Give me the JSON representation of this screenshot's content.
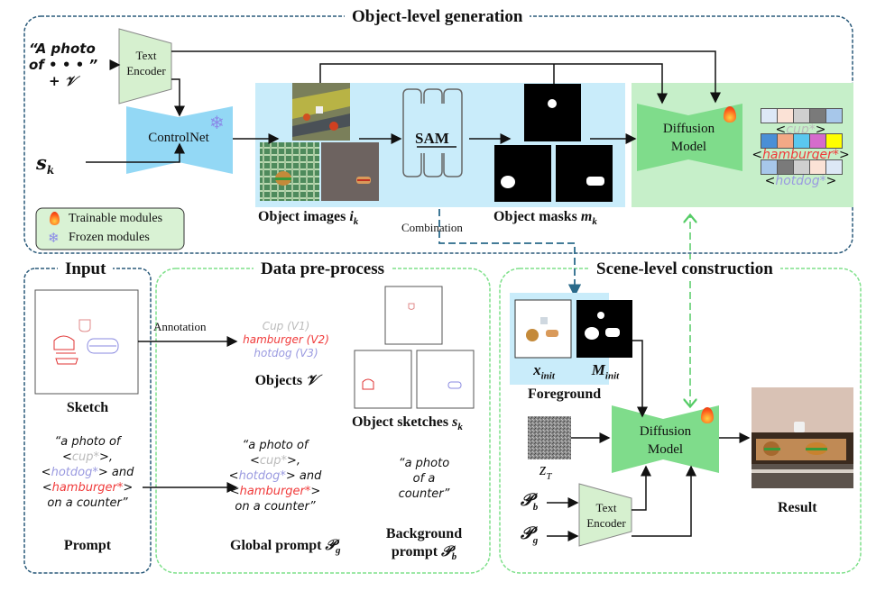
{
  "sections": {
    "object_level": "Object-level generation",
    "input": "Input",
    "data_preprocess": "Data pre-process",
    "scene_level": "Scene-level construction"
  },
  "object_level": {
    "prompt_line1": "“A photo",
    "prompt_line2": "of  •  •  •  ”",
    "prompt_line3": "+ 𝒱",
    "text_encoder_line1": "Text",
    "text_encoder_line2": "Encoder",
    "controlnet": "ControlNet",
    "sketch_input": "s",
    "sketch_input_sub": "k",
    "sam": "SAM",
    "object_images_label": "Object images ",
    "object_images_var": "i",
    "object_images_sub": "k",
    "object_masks_label": "Object masks ",
    "object_masks_var": "m",
    "object_masks_sub": "k",
    "combination": "Combination",
    "diffusion_line1": "Diffusion",
    "diffusion_line2": "Model",
    "tokens": [
      {
        "prefix": "<",
        "name": "cup*",
        "suffix": ">",
        "color": "#bbbbbb",
        "swatches": [
          "#dde8f6",
          "#fbe2d6",
          "#cfcfcf",
          "#7a7a7a",
          "#a7c7ea"
        ]
      },
      {
        "prefix": "<",
        "name": "hamburger*",
        "suffix": ">",
        "color": "#f03a3a",
        "swatches": [
          "#4a8fd6",
          "#f3a986",
          "#5ac8ef",
          "#d56ccc",
          "#ffff00"
        ]
      },
      {
        "prefix": "<",
        "name": "hotdog*",
        "suffix": ">",
        "color": "#9a9ae0",
        "swatches": [
          "#a7c7ea",
          "#7a7a7a",
          "#cfcfcf",
          "#fbe2d6",
          "#dde8f6"
        ]
      }
    ]
  },
  "legend": {
    "trainable": "Trainable modules",
    "frozen": "Frozen modules"
  },
  "input": {
    "sketch_label": "Sketch",
    "prompt_label": "Prompt",
    "prompt_l1": "“a photo of",
    "prompt_cup": "cup*",
    "prompt_hotdog": "hotdog*",
    "prompt_and": " and",
    "prompt_hamburger": "hamburger*",
    "prompt_l5": "on a counter”"
  },
  "preprocess": {
    "annotation": "Annotation",
    "objects": [
      {
        "text": "Cup (V1)",
        "color": "#bbbbbb"
      },
      {
        "text": "hamburger (V2)",
        "color": "#f03a3a"
      },
      {
        "text": "hotdog (V3)",
        "color": "#9a9ae0"
      }
    ],
    "objects_label": "Objects ",
    "objects_var": "𝒱",
    "object_sketches_label": "Object sketches ",
    "object_sketches_var": "s",
    "object_sketches_sub": "k",
    "global_prompt_label": "Global prompt ",
    "global_prompt_var": "𝒫",
    "global_prompt_sub": "g",
    "background_prompt_l1": "“a photo",
    "background_prompt_l2": "of a",
    "background_prompt_l3": "counter”",
    "background_label_l1": "Background",
    "background_label_l2": "prompt ",
    "background_var": "𝒫",
    "background_sub": "b"
  },
  "scene_level": {
    "x_init": "x",
    "x_init_sub": "init",
    "m_init": "M",
    "m_init_sub": "init",
    "foreground": "Foreground",
    "z_t": "z",
    "z_t_sub": "T",
    "p_b": "𝒫",
    "p_b_sub": "b",
    "p_g": "𝒫",
    "p_g_sub": "g",
    "text_encoder_line1": "Text",
    "text_encoder_line2": "Encoder",
    "diffusion_line1": "Diffusion",
    "diffusion_line2": "Model",
    "result": "Result"
  },
  "colors": {
    "dark_dash": "#2a5a7a",
    "green_dash": "#7ee08a",
    "light_blue_panel": "#c9ecfa",
    "light_green_panel": "#c6efc9",
    "diffusion_green": "#7fdc8b",
    "controlnet_blue": "#93d8f5",
    "encoder_green": "#d6f0cf"
  }
}
